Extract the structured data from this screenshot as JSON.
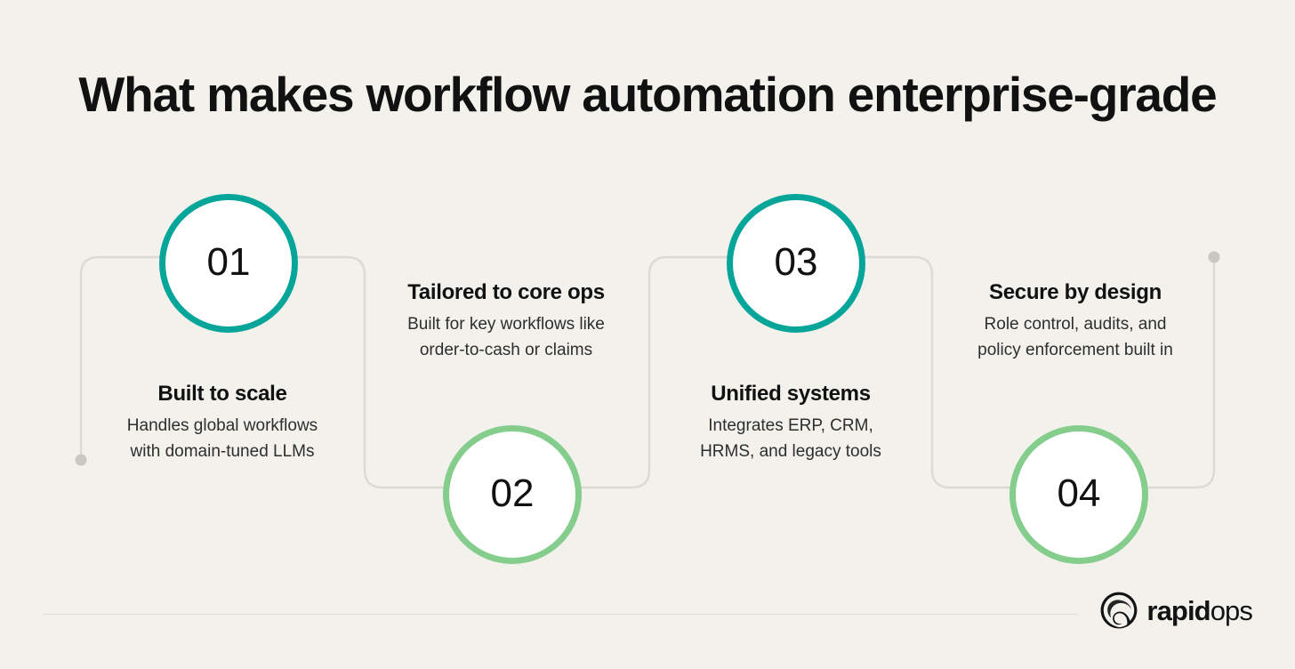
{
  "heading": {
    "title": "What makes workflow automation enterprise-grade"
  },
  "colors": {
    "background": "#f2f1ec",
    "teal": "#06a59a",
    "green": "#85cd8c",
    "connector_line": "#dcdad4",
    "endpoint_dot": "#c9c7c2",
    "text_primary": "#111111",
    "text_secondary": "#2e2e2e",
    "divider": "#e0ded8"
  },
  "steps": [
    {
      "number": "01",
      "ring_color": "teal",
      "title": "Built to scale",
      "description_lines": [
        "Handles global workflows",
        "with domain-tuned LLMs"
      ]
    },
    {
      "number": "02",
      "ring_color": "green",
      "title": "Tailored to core ops",
      "description_lines": [
        "Built for key workflows like",
        "order-to-cash or claims"
      ]
    },
    {
      "number": "03",
      "ring_color": "teal",
      "title": "Unified systems",
      "description_lines": [
        "Integrates ERP, CRM,",
        "HRMS, and legacy tools"
      ]
    },
    {
      "number": "04",
      "ring_color": "green",
      "title": "Secure by design",
      "description_lines": [
        "Role control, audits, and",
        "policy enforcement built in"
      ]
    }
  ],
  "footer": {
    "logo_mark": "rapidops-spiral-icon",
    "logo_text_bold": "rapid",
    "logo_text_light": "ops"
  }
}
